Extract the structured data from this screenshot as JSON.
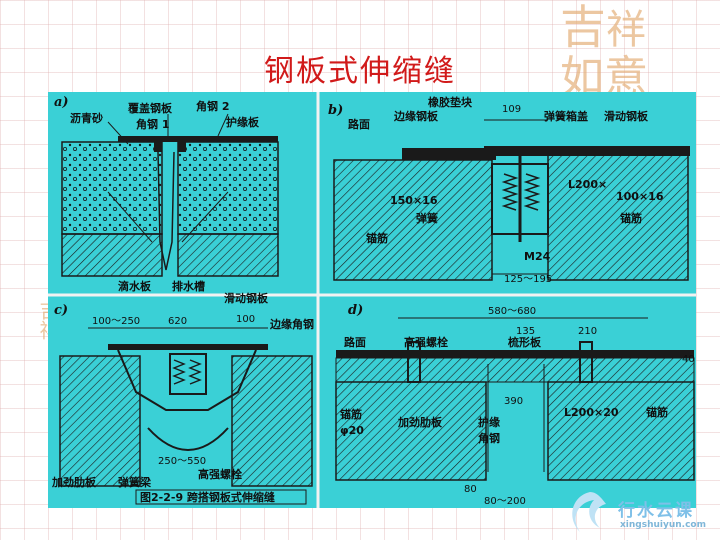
{
  "title": "钢板式伸缩缝",
  "decoration": {
    "corner_logo_text": "吉祥如意",
    "side_logo_text": "吉祥"
  },
  "watermark": {
    "brand": "行水云课",
    "url": "xingshuiyun.com"
  },
  "colors": {
    "title": "#d11a1a",
    "figure_bg": "#3ad0d6",
    "hatch": "#1a1a1a"
  },
  "panels": {
    "a": {
      "letter": "a)",
      "labels": {
        "asphalt": "沥青砂",
        "cover_plate": "覆盖钢板",
        "angle2": "角钢 2",
        "angle1": "角钢 1",
        "guard_plate": "护缘板",
        "drip_plate": "滴水板",
        "drain": "排水槽"
      }
    },
    "b": {
      "letter": "b)",
      "labels": {
        "rubber_pad": "橡胶垫块",
        "road": "路面",
        "edge_plate": "边缘钢板",
        "dim_109": "109",
        "spring_box": "弹簧箱盖",
        "slide_plate": "滑动钢板",
        "angle_spec": "L200×",
        "angle_spec2": "100×16",
        "spec150": "150×16",
        "spring": "弹簧",
        "anchor": "锚筋",
        "anchor2": "锚筋",
        "bolt": "M24",
        "gap": "125～195"
      }
    },
    "c": {
      "letter": "c)",
      "labels": {
        "slide_plate": "滑动钢板",
        "dim1": "100～250",
        "dim2": "620",
        "dim3": "100",
        "edge_angle": "边缘角钢",
        "rib": "加劲肋板",
        "spring_beam": "弹簧梁",
        "gap": "250～550",
        "hs_bolt": "高强螺栓"
      }
    },
    "d": {
      "letter": "d)",
      "labels": {
        "dim_total": "580～680",
        "dim135": "135",
        "dim210": "210",
        "road": "路面",
        "hs_bolt": "高强螺栓",
        "comb": "梳形板",
        "dim40": "40",
        "anchor": "锚筋",
        "anchor_size": "φ20",
        "rib": "加劲肋板",
        "guard": "护缘",
        "angle": "角钢",
        "dim390": "390",
        "angle_spec": "L200×20",
        "anchor2": "锚筋",
        "dim80": "80",
        "gap": "80～200"
      }
    },
    "caption": "图2-2-9  跨搭钢板式伸缩缝"
  }
}
